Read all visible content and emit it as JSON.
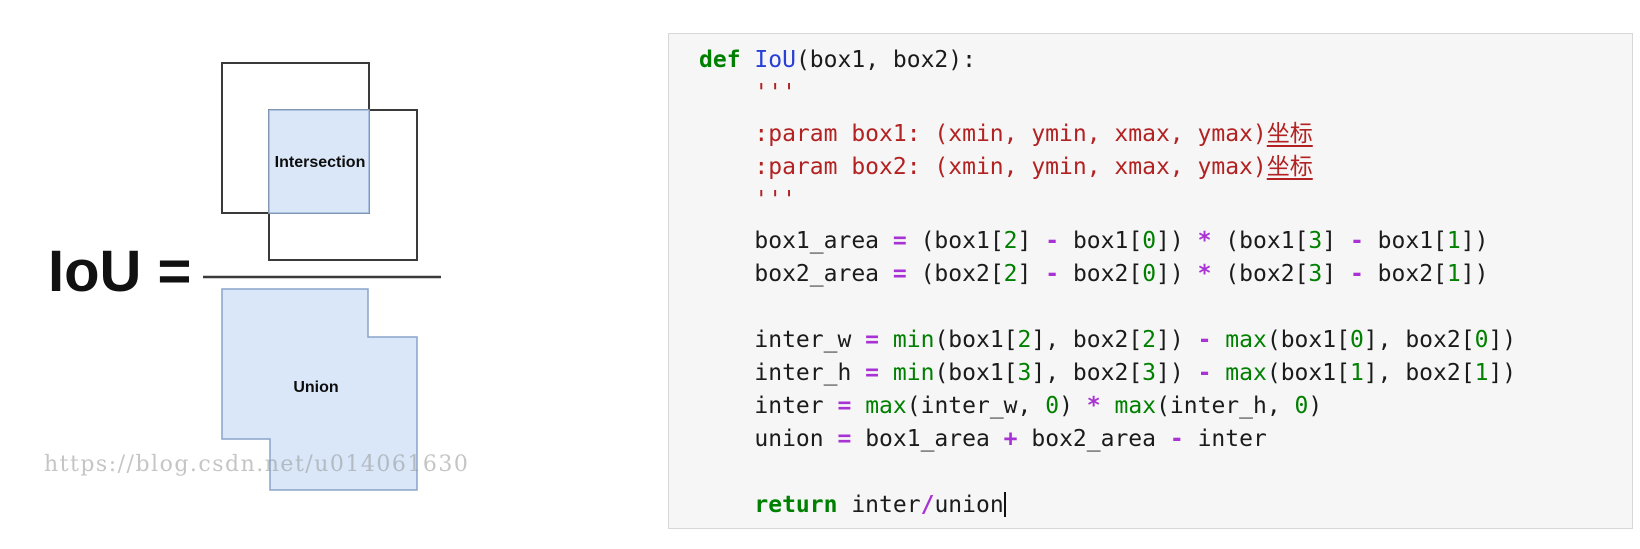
{
  "diagram": {
    "formula_label": "IoU =",
    "intersection_label": "Intersection",
    "union_label": "Union",
    "watermark": "https://blog.csdn.net/u014061630",
    "colors": {
      "shape_fill": "#d9e7f8",
      "intersection_border": "#9cb6da",
      "union_border": "#8aa4c8",
      "box_outline": "#3a3a3a"
    }
  },
  "code": {
    "colors": {
      "keyword": "#008000",
      "function_name": "#2840d8",
      "string": "#b22222",
      "operator": "#a832d4",
      "number": "#008000",
      "plain": "#1b1b1b",
      "background": "#f6f6f6",
      "border": "#d8d8d8"
    },
    "lines": [
      {
        "tokens": [
          {
            "t": "def",
            "c": "kw"
          },
          {
            "t": " ",
            "c": "pl"
          },
          {
            "t": "IoU",
            "c": "fn"
          },
          {
            "t": "(box1, box2):",
            "c": "pl"
          }
        ]
      },
      {
        "tokens": [
          {
            "t": "    ",
            "c": "pl"
          },
          {
            "t": "'''",
            "c": "str"
          }
        ]
      },
      {
        "gap": 8
      },
      {
        "tokens": [
          {
            "t": "    ",
            "c": "pl"
          },
          {
            "t": ":param box1: (xmin, ymin, xmax, ymax)",
            "c": "str"
          },
          {
            "t": "坐标",
            "c": "stru"
          }
        ]
      },
      {
        "tokens": [
          {
            "t": "    ",
            "c": "pl"
          },
          {
            "t": ":param box2: (xmin, ymin, xmax, ymax)",
            "c": "str"
          },
          {
            "t": "坐标",
            "c": "stru"
          }
        ]
      },
      {
        "tokens": [
          {
            "t": "    ",
            "c": "pl"
          },
          {
            "t": "'''",
            "c": "str"
          }
        ]
      },
      {
        "gap": 8
      },
      {
        "tokens": [
          {
            "t": "    box1_area ",
            "c": "pl"
          },
          {
            "t": "=",
            "c": "op"
          },
          {
            "t": " (box1[",
            "c": "pl"
          },
          {
            "t": "2",
            "c": "num"
          },
          {
            "t": "] ",
            "c": "pl"
          },
          {
            "t": "-",
            "c": "op"
          },
          {
            "t": " box1[",
            "c": "pl"
          },
          {
            "t": "0",
            "c": "num"
          },
          {
            "t": "]) ",
            "c": "pl"
          },
          {
            "t": "*",
            "c": "op"
          },
          {
            "t": " (box1[",
            "c": "pl"
          },
          {
            "t": "3",
            "c": "num"
          },
          {
            "t": "] ",
            "c": "pl"
          },
          {
            "t": "-",
            "c": "op"
          },
          {
            "t": " box1[",
            "c": "pl"
          },
          {
            "t": "1",
            "c": "num"
          },
          {
            "t": "])",
            "c": "pl"
          }
        ]
      },
      {
        "tokens": [
          {
            "t": "    box2_area ",
            "c": "pl"
          },
          {
            "t": "=",
            "c": "op"
          },
          {
            "t": " (box2[",
            "c": "pl"
          },
          {
            "t": "2",
            "c": "num"
          },
          {
            "t": "] ",
            "c": "pl"
          },
          {
            "t": "-",
            "c": "op"
          },
          {
            "t": " box2[",
            "c": "pl"
          },
          {
            "t": "0",
            "c": "num"
          },
          {
            "t": "]) ",
            "c": "pl"
          },
          {
            "t": "*",
            "c": "op"
          },
          {
            "t": " (box2[",
            "c": "pl"
          },
          {
            "t": "3",
            "c": "num"
          },
          {
            "t": "] ",
            "c": "pl"
          },
          {
            "t": "-",
            "c": "op"
          },
          {
            "t": " box2[",
            "c": "pl"
          },
          {
            "t": "1",
            "c": "num"
          },
          {
            "t": "])",
            "c": "pl"
          }
        ]
      },
      {
        "tokens": []
      },
      {
        "tokens": [
          {
            "t": "    inter_w ",
            "c": "pl"
          },
          {
            "t": "=",
            "c": "op"
          },
          {
            "t": " ",
            "c": "pl"
          },
          {
            "t": "min",
            "c": "bi"
          },
          {
            "t": "(box1[",
            "c": "pl"
          },
          {
            "t": "2",
            "c": "num"
          },
          {
            "t": "], box2[",
            "c": "pl"
          },
          {
            "t": "2",
            "c": "num"
          },
          {
            "t": "]) ",
            "c": "pl"
          },
          {
            "t": "-",
            "c": "op"
          },
          {
            "t": " ",
            "c": "pl"
          },
          {
            "t": "max",
            "c": "bi"
          },
          {
            "t": "(box1[",
            "c": "pl"
          },
          {
            "t": "0",
            "c": "num"
          },
          {
            "t": "], box2[",
            "c": "pl"
          },
          {
            "t": "0",
            "c": "num"
          },
          {
            "t": "])",
            "c": "pl"
          }
        ]
      },
      {
        "tokens": [
          {
            "t": "    inter_h ",
            "c": "pl"
          },
          {
            "t": "=",
            "c": "op"
          },
          {
            "t": " ",
            "c": "pl"
          },
          {
            "t": "min",
            "c": "bi"
          },
          {
            "t": "(box1[",
            "c": "pl"
          },
          {
            "t": "3",
            "c": "num"
          },
          {
            "t": "], box2[",
            "c": "pl"
          },
          {
            "t": "3",
            "c": "num"
          },
          {
            "t": "]) ",
            "c": "pl"
          },
          {
            "t": "-",
            "c": "op"
          },
          {
            "t": " ",
            "c": "pl"
          },
          {
            "t": "max",
            "c": "bi"
          },
          {
            "t": "(box1[",
            "c": "pl"
          },
          {
            "t": "1",
            "c": "num"
          },
          {
            "t": "], box2[",
            "c": "pl"
          },
          {
            "t": "1",
            "c": "num"
          },
          {
            "t": "])",
            "c": "pl"
          }
        ]
      },
      {
        "tokens": [
          {
            "t": "    inter ",
            "c": "pl"
          },
          {
            "t": "=",
            "c": "op"
          },
          {
            "t": " ",
            "c": "pl"
          },
          {
            "t": "max",
            "c": "bi"
          },
          {
            "t": "(inter_w, ",
            "c": "pl"
          },
          {
            "t": "0",
            "c": "num"
          },
          {
            "t": ") ",
            "c": "pl"
          },
          {
            "t": "*",
            "c": "op"
          },
          {
            "t": " ",
            "c": "pl"
          },
          {
            "t": "max",
            "c": "bi"
          },
          {
            "t": "(inter_h, ",
            "c": "pl"
          },
          {
            "t": "0",
            "c": "num"
          },
          {
            "t": ")",
            "c": "pl"
          }
        ]
      },
      {
        "tokens": [
          {
            "t": "    union ",
            "c": "pl"
          },
          {
            "t": "=",
            "c": "op"
          },
          {
            "t": " box1_area ",
            "c": "pl"
          },
          {
            "t": "+",
            "c": "op"
          },
          {
            "t": " box2_area ",
            "c": "pl"
          },
          {
            "t": "-",
            "c": "op"
          },
          {
            "t": " inter",
            "c": "pl"
          }
        ]
      },
      {
        "tokens": []
      },
      {
        "tokens": [
          {
            "t": "    ",
            "c": "pl"
          },
          {
            "t": "return",
            "c": "kw"
          },
          {
            "t": " inter",
            "c": "pl"
          },
          {
            "t": "/",
            "c": "op"
          },
          {
            "t": "union",
            "c": "pl"
          },
          {
            "t": "",
            "c": "cursor"
          }
        ]
      }
    ]
  }
}
